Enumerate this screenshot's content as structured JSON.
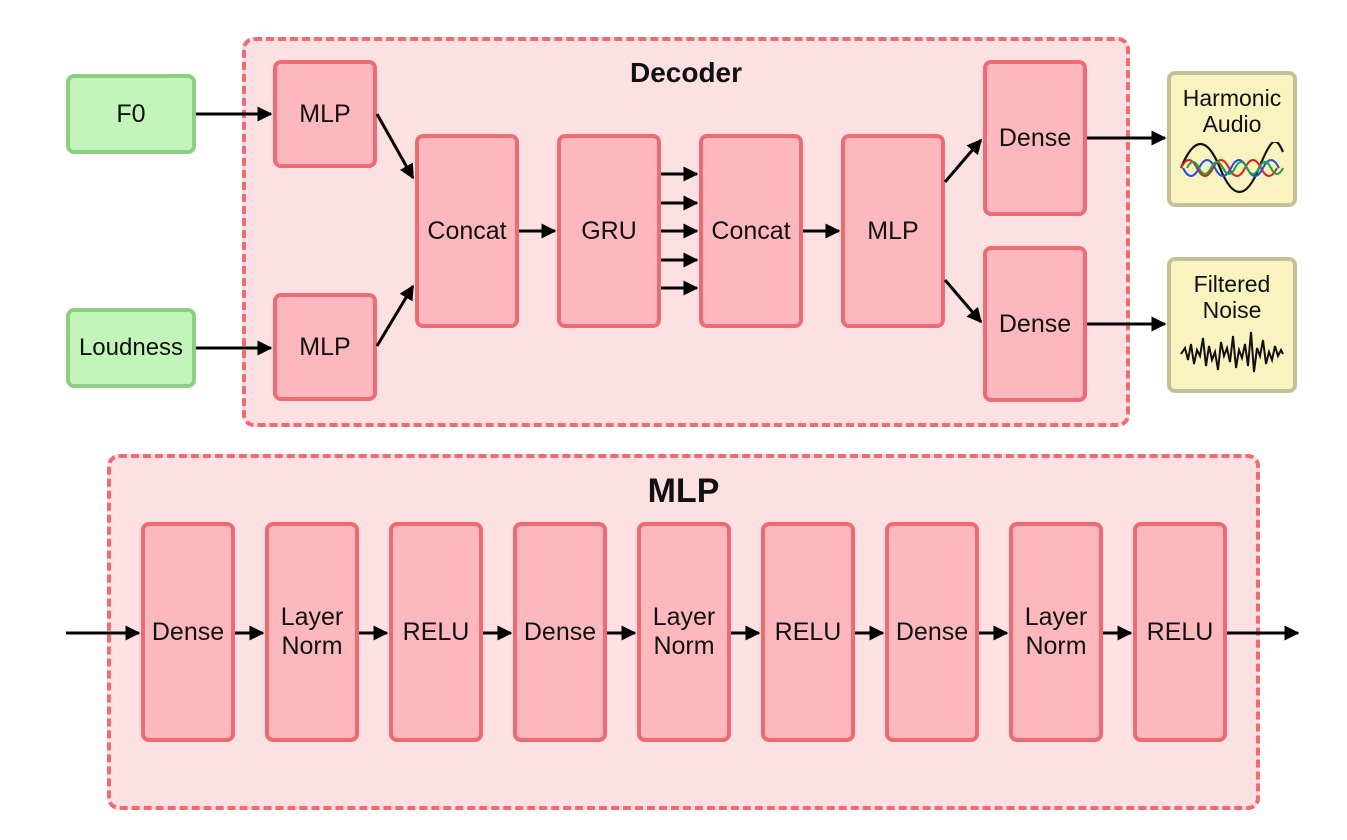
{
  "decoder": {
    "title": "Decoder",
    "inputs": {
      "f0": "F0",
      "loudness": "Loudness"
    },
    "mlp_top": "MLP",
    "mlp_bottom": "MLP",
    "concat_1": "Concat",
    "gru": "GRU",
    "concat_2": "Concat",
    "mlp_mid": "MLP",
    "dense_top": "Dense",
    "dense_bottom": "Dense"
  },
  "outputs": {
    "harmonic": "Harmonic\nAudio",
    "noise": "Filtered\nNoise"
  },
  "mlp": {
    "title": "MLP",
    "layers": [
      "Dense",
      "Layer\nNorm",
      "RELU",
      "Dense",
      "Layer\nNorm",
      "RELU",
      "Dense",
      "Layer\nNorm",
      "RELU"
    ]
  },
  "colors": {
    "block_fill": "#fcb8bd",
    "block_border": "#ef6b73",
    "container_fill": "#fde0e2",
    "input_fill": "#c3f4b9",
    "input_border": "#8bcf83",
    "output_fill": "#f9f3c0",
    "output_border": "#c4c095"
  }
}
